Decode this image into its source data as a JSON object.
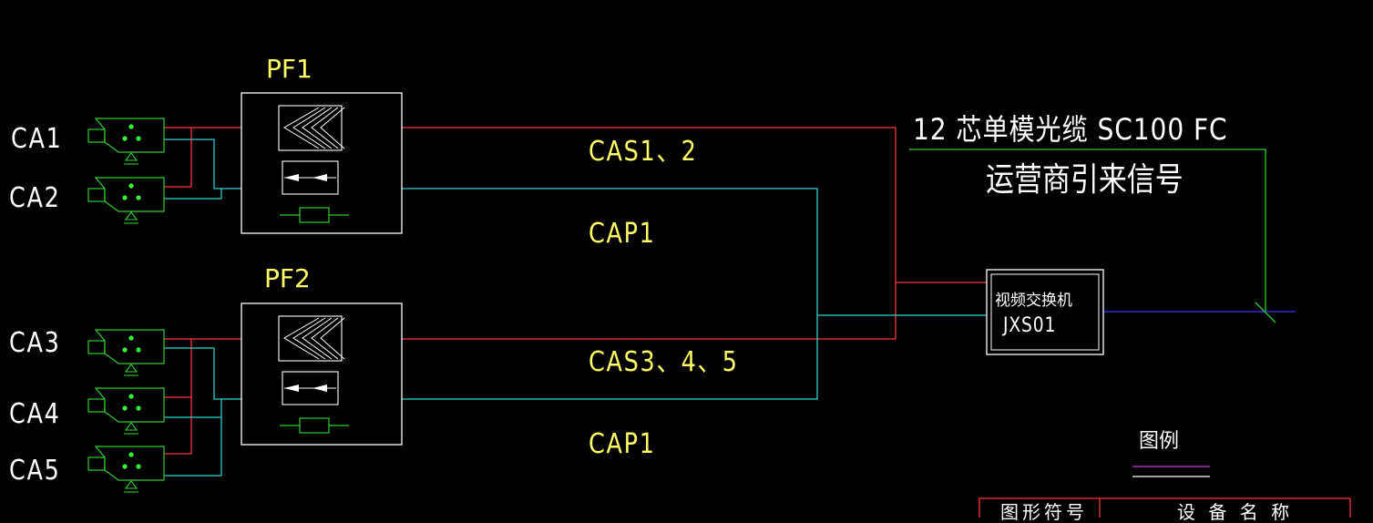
{
  "cameras": [
    "CA1",
    "CA2",
    "CA3",
    "CA4",
    "CA5"
  ],
  "panels": [
    "PF1",
    "PF2"
  ],
  "cables": {
    "signal_top": "CAS1、2",
    "power_top": "CAP1",
    "signal_bottom": "CAS3、4、5",
    "power_bottom": "CAP1"
  },
  "fiber": {
    "spec": "12  芯单模光缆    SC100    FC",
    "source": "运营商引来信号"
  },
  "switch": {
    "name": "视频交换机",
    "id": "JXS01"
  },
  "legend": {
    "title": "图例",
    "col_symbol": "图形符号",
    "col_name": "设 备 名 称"
  },
  "colors": {
    "background": "#000000",
    "signal_line": "#ff3333",
    "power_line": "#33cccc",
    "equipment": "#33cc33",
    "fiber": "#33cc33",
    "uplink": "#3333ff",
    "label": "#ffff66"
  }
}
